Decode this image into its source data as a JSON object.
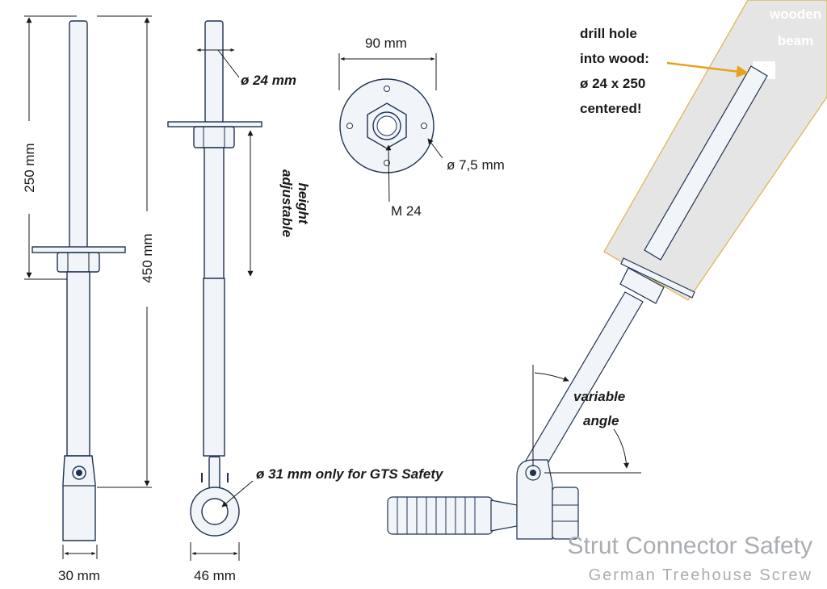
{
  "labels": {
    "height_250": "250 mm",
    "height_450": "450 mm",
    "width_30": "30 mm",
    "width_46": "46 mm",
    "width_90": "90 mm",
    "dia_24": "ø 24 mm",
    "dia_75": "ø 7,5 mm",
    "thread_m24": "M 24",
    "dia_31": "ø 31 mm only for GTS Safety",
    "adjustable_1": "adjustable",
    "adjustable_2": "height",
    "variable_1": "variable",
    "variable_2": "angle",
    "drill_1": "drill hole",
    "drill_2": "into wood:",
    "drill_3": "ø 24 x 250",
    "drill_4": "centered!",
    "beam_1": "wooden",
    "beam_2": "beam"
  },
  "title": {
    "main": "Strut Connector Safety",
    "sub": "German Treehouse Screw"
  },
  "colors": {
    "outline": "#1f3350",
    "part_fill": "#f1f4f8",
    "beam_fill": "#e5e5e5",
    "beam_border": "#e0b14a",
    "arrow": "#e8a21b",
    "title": "#a9adb3"
  }
}
